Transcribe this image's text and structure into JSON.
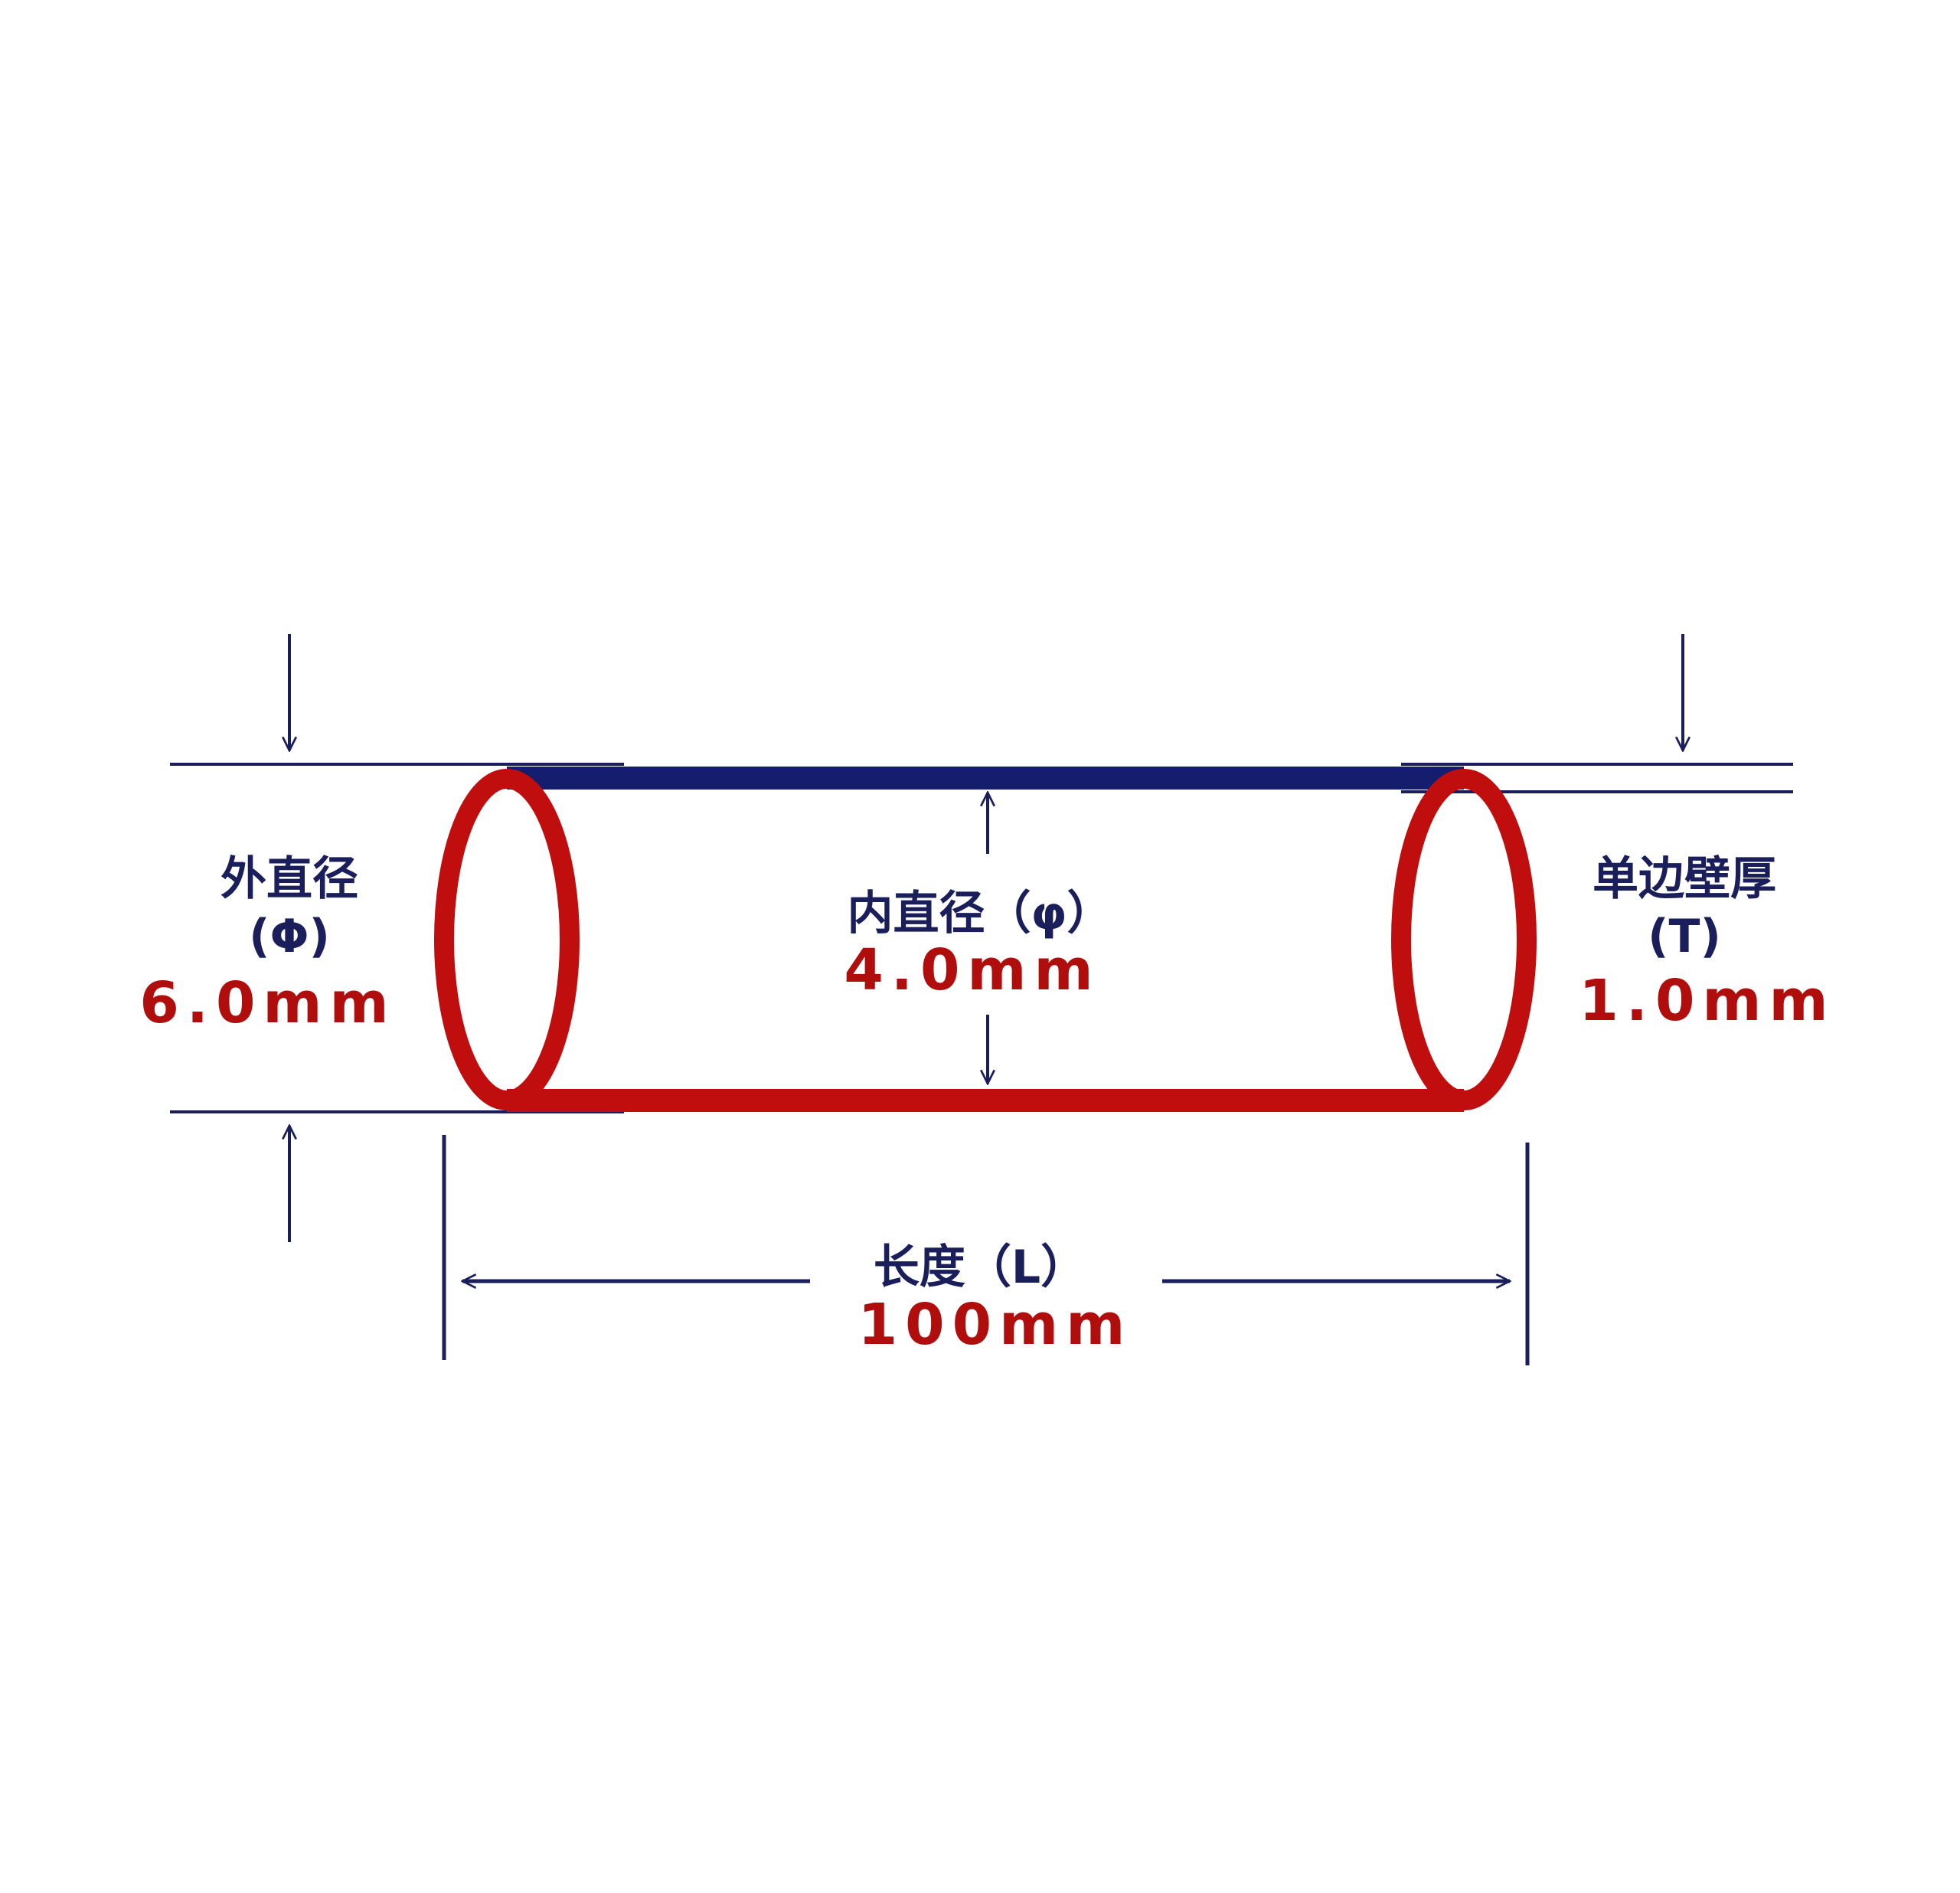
{
  "outer_diameter": {
    "label": "外直径",
    "symbol": "(Φ)",
    "value": "6.0mm"
  },
  "inner_diameter": {
    "label": "内直径（φ）",
    "value": "4.0mm"
  },
  "wall_thickness": {
    "label": "单边壁厚",
    "symbol": "(T)",
    "value": "1.0mm"
  },
  "length": {
    "label": "长度（L）",
    "value": "100mm"
  },
  "colors": {
    "tube": "#c00d0d",
    "dimension_line": "#1a1f5c",
    "top_edge": "#151d6e",
    "value_text": "#b00d0d"
  }
}
